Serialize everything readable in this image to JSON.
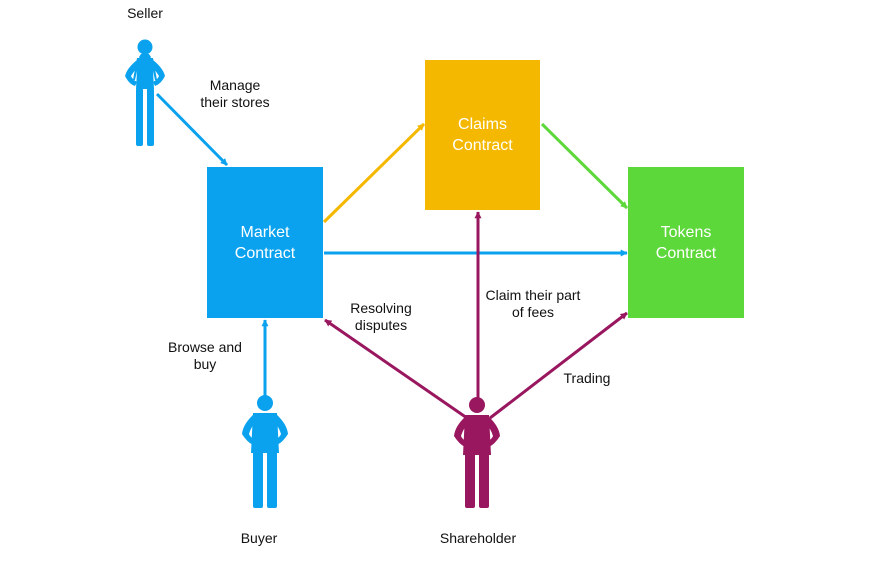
{
  "colors": {
    "market": "#0AA2EE",
    "claims": "#F5B800",
    "tokens": "#5DD83A",
    "shareholder": "#99175F",
    "seller_person": "#0AA2EE",
    "buyer_person": "#0AA2EE",
    "arrow_market_claims": "#F5B800",
    "arrow_claims_tokens": "#5DD83A"
  },
  "boxes": {
    "market": {
      "line1": "Market",
      "line2": "Contract"
    },
    "claims": {
      "line1": "Claims",
      "line2": "Contract"
    },
    "tokens": {
      "line1": "Tokens",
      "line2": "Contract"
    }
  },
  "actors": {
    "seller": "Seller",
    "buyer": "Buyer",
    "shareholder": "Shareholder"
  },
  "edges": {
    "manage": {
      "line1": "Manage",
      "line2": "their stores"
    },
    "browse": {
      "line1": "Browse and",
      "line2": "buy"
    },
    "resolving": {
      "line1": "Resolving",
      "line2": "disputes"
    },
    "claim_fees": {
      "line1": "Claim their part",
      "line2": "of fees"
    },
    "trading": "Trading"
  },
  "icons": {
    "seller": "female-person-icon",
    "buyer": "male-person-icon",
    "shareholder": "male-person-icon"
  }
}
